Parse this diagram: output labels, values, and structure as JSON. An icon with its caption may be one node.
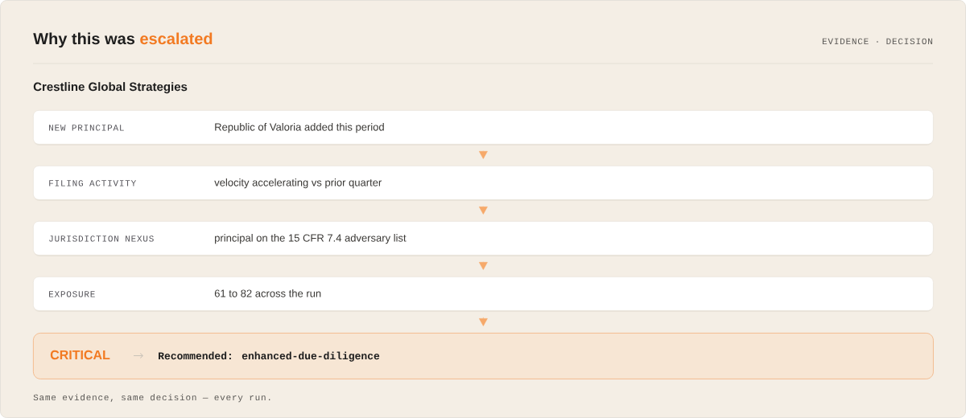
{
  "diagram": {
    "title": "Why this was **escalated**",
    "caption": "Same evidence, same decision — every run.",
    "nodes": [
      {
        "text": [
          "NEW PRINCIPAL",
          "Republic of Valoria added this period"
        ]
      },
      {
        "text": [
          "FILING ACTIVITY",
          "velocity accelerating vs prior quarter"
        ]
      },
      {
        "text": [
          "JURISDICTION NEXUS",
          "principal on the 15 CFR 7.4 adversary list"
        ]
      },
      {
        "text": [
          "EXPOSURE",
          "61 to 82 across the run"
        ]
      },
      {
        "text": [
          "CRITICAL",
          "Recommended: enhanced-due-diligence"
        ]
      }
    ],
    "edges": [
      {
        "from": 0,
        "to": 1,
        "arrow": "to"
      },
      {
        "from": 1,
        "to": 2,
        "arrow": "to"
      },
      {
        "from": 2,
        "to": 3,
        "arrow": "to"
      },
      {
        "from": 3,
        "to": 4,
        "arrow": "to"
      }
    ],
    "labels": [
      "EVIDENCE · DECISION",
      "Crestline Global Strategies"
    ]
  }
}
